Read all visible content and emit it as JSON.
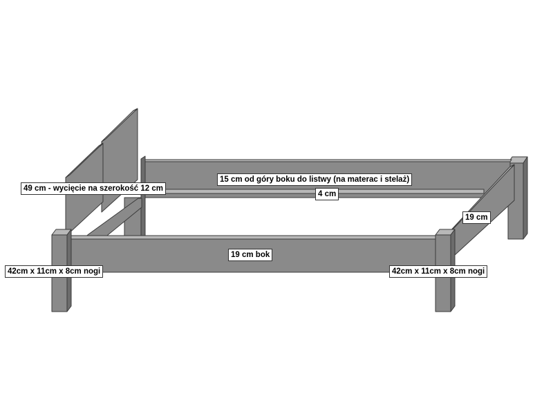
{
  "colors": {
    "wood_front": "#8a8a8a",
    "wood_top": "#b8b8b8",
    "wood_side": "#6c6c6c",
    "outline": "#3a3a3a",
    "background": "#ffffff"
  },
  "labels": {
    "headboard_cut": "49 cm - wycięcie na szerokość 12 cm",
    "slat_position": "15 cm od góry boku do listwy (na materac i stelaż)",
    "ledger": "4 cm",
    "end_rail": "19 cm",
    "side_rail": "19 cm bok",
    "leg_left": "42cm x 11cm x 8cm nogi",
    "leg_right": "42cm x 11cm x 8cm nogi"
  }
}
